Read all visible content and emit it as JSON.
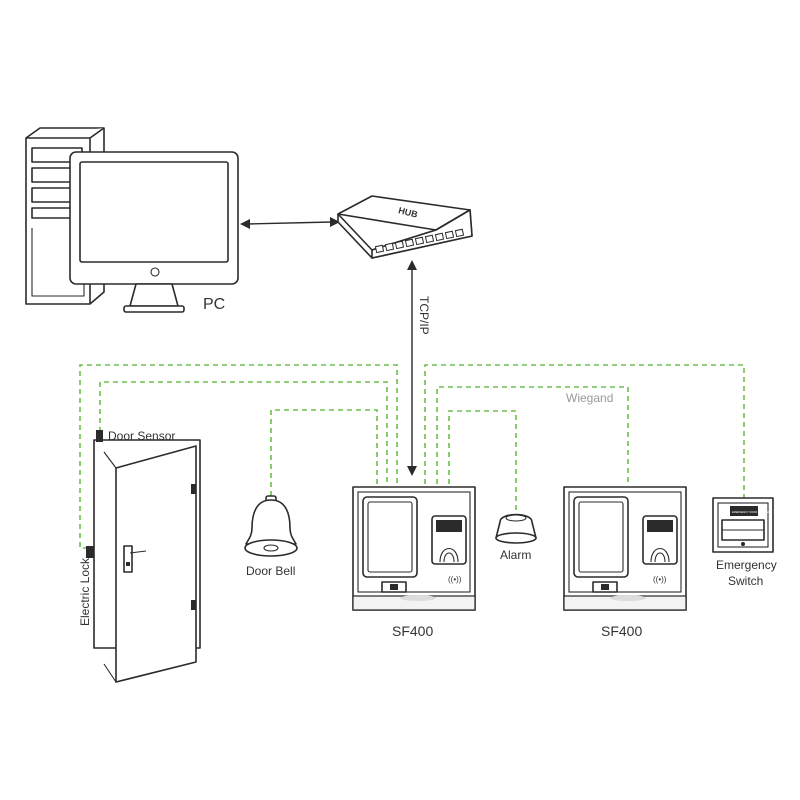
{
  "labels": {
    "pc": "PC",
    "hub": "HUB",
    "tcpip": "TCP/IP",
    "wiegand": "Wiegand",
    "door_sensor": "Door Sensor",
    "electric_lock": "Electric Lock",
    "door_bell": "Door Bell",
    "alarm": "Alarm",
    "device_1": "SF400",
    "device_2": "SF400",
    "emergency_line1": "Emergency",
    "emergency_line2": "Switch",
    "emergency_plate": "EMERGENCY DOOR RELEASE"
  },
  "colors": {
    "wire": "#6cbf4a",
    "ink": "#2b2b2b",
    "label": "#333333",
    "wiegand_label": "#9a9a9a"
  },
  "icons": [
    "computer-tower-icon",
    "monitor-icon",
    "network-hub-icon",
    "door-icon",
    "door-bell-icon",
    "alarm-icon",
    "terminal-icon",
    "emergency-switch-icon"
  ]
}
